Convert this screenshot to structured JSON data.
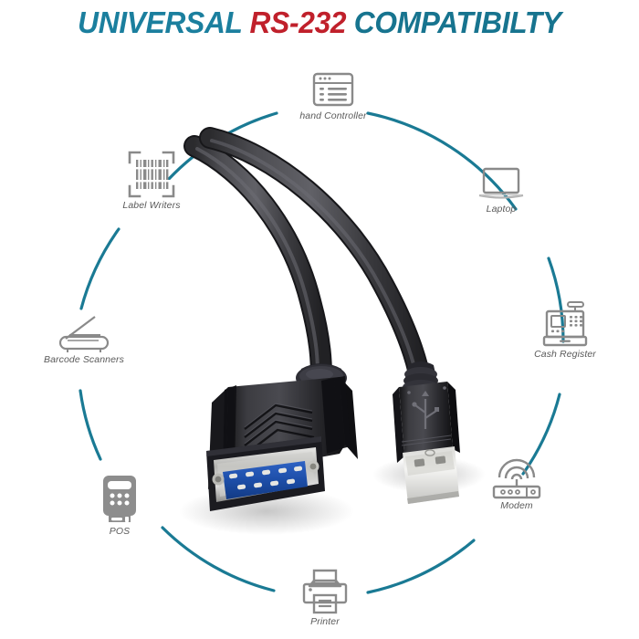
{
  "title": {
    "part1": "UNIVERSAL ",
    "part2": "RS-232",
    "part3": " COMPATIBILTY",
    "full": "UNIVERSAL RS-232 COMPATIBILTY",
    "color_primary": "#1b7f9e",
    "color_accent": "#c0202b"
  },
  "diagram": {
    "ring_color": "#1a7a94",
    "icon_color": "#808080",
    "label_color": "#5a5a5a",
    "center_product": "usb-to-rs232-serial-adapter-cable",
    "nodes": [
      {
        "id": "hand-controller",
        "label": "hand Controller",
        "icon": "browser-window-icon"
      },
      {
        "id": "laptop",
        "label": "Laptop",
        "icon": "laptop-icon"
      },
      {
        "id": "cash-register",
        "label": "Cash Register",
        "icon": "cash-register-icon"
      },
      {
        "id": "modem",
        "label": "Modem",
        "icon": "modem-router-icon"
      },
      {
        "id": "printer",
        "label": "Printer",
        "icon": "printer-icon"
      },
      {
        "id": "pos",
        "label": "POS",
        "icon": "pos-terminal-icon"
      },
      {
        "id": "barcode-scanners",
        "label": "Barcode Scanners",
        "icon": "barcode-scanner-icon"
      },
      {
        "id": "label-writers",
        "label": "Label Writers",
        "icon": "barcode-label-icon"
      }
    ]
  }
}
